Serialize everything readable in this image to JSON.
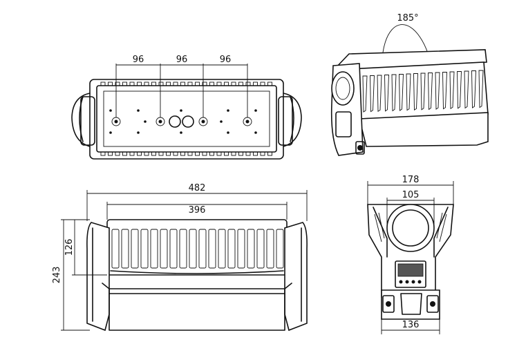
{
  "views": {
    "top": {
      "spacing_labels": [
        "96",
        "96",
        "96"
      ]
    },
    "perspective": {
      "rotation_label": "185°"
    },
    "front": {
      "width_label": "482",
      "inner_width_label": "396",
      "height_label": "243",
      "head_height_label": "126"
    },
    "side": {
      "depth_label": "178",
      "lens_label": "105",
      "base_label": "136"
    }
  }
}
